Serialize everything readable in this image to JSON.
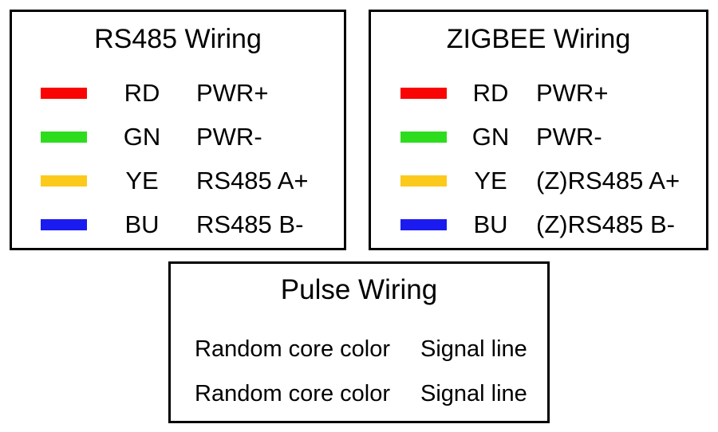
{
  "colors": {
    "red": "#fa0505",
    "green": "#2edc1e",
    "yellow": "#fcc91d",
    "blue": "#1b1bef",
    "border": "#000000"
  },
  "panels": [
    {
      "title": "RS485 Wiring",
      "rows": [
        {
          "swatch": "red-wire-swatch",
          "color": "#fa0505",
          "code": "RD",
          "signal": "PWR+"
        },
        {
          "swatch": "green-wire-swatch",
          "color": "#2edc1e",
          "code": "GN",
          "signal": "PWR-"
        },
        {
          "swatch": "yellow-wire-swatch",
          "color": "#fcc91d",
          "code": "YE",
          "signal": "RS485 A+"
        },
        {
          "swatch": "blue-wire-swatch",
          "color": "#1b1bef",
          "code": "BU",
          "signal": "RS485 B-"
        }
      ]
    },
    {
      "title": "ZIGBEE Wiring",
      "rows": [
        {
          "swatch": "red-wire-swatch",
          "color": "#fa0505",
          "code": "RD",
          "signal": "PWR+"
        },
        {
          "swatch": "green-wire-swatch",
          "color": "#2edc1e",
          "code": "GN",
          "signal": "PWR-"
        },
        {
          "swatch": "yellow-wire-swatch",
          "color": "#fcc91d",
          "code": "YE",
          "signal": "(Z)RS485 A+"
        },
        {
          "swatch": "blue-wire-swatch",
          "color": "#1b1bef",
          "code": "BU",
          "signal": "(Z)RS485 B-"
        }
      ]
    }
  ],
  "pulse_panel": {
    "title": "Pulse Wiring",
    "rows": [
      {
        "core": "Random core color",
        "signal": "Signal line"
      },
      {
        "core": "Random core color",
        "signal": "Signal line"
      }
    ]
  }
}
